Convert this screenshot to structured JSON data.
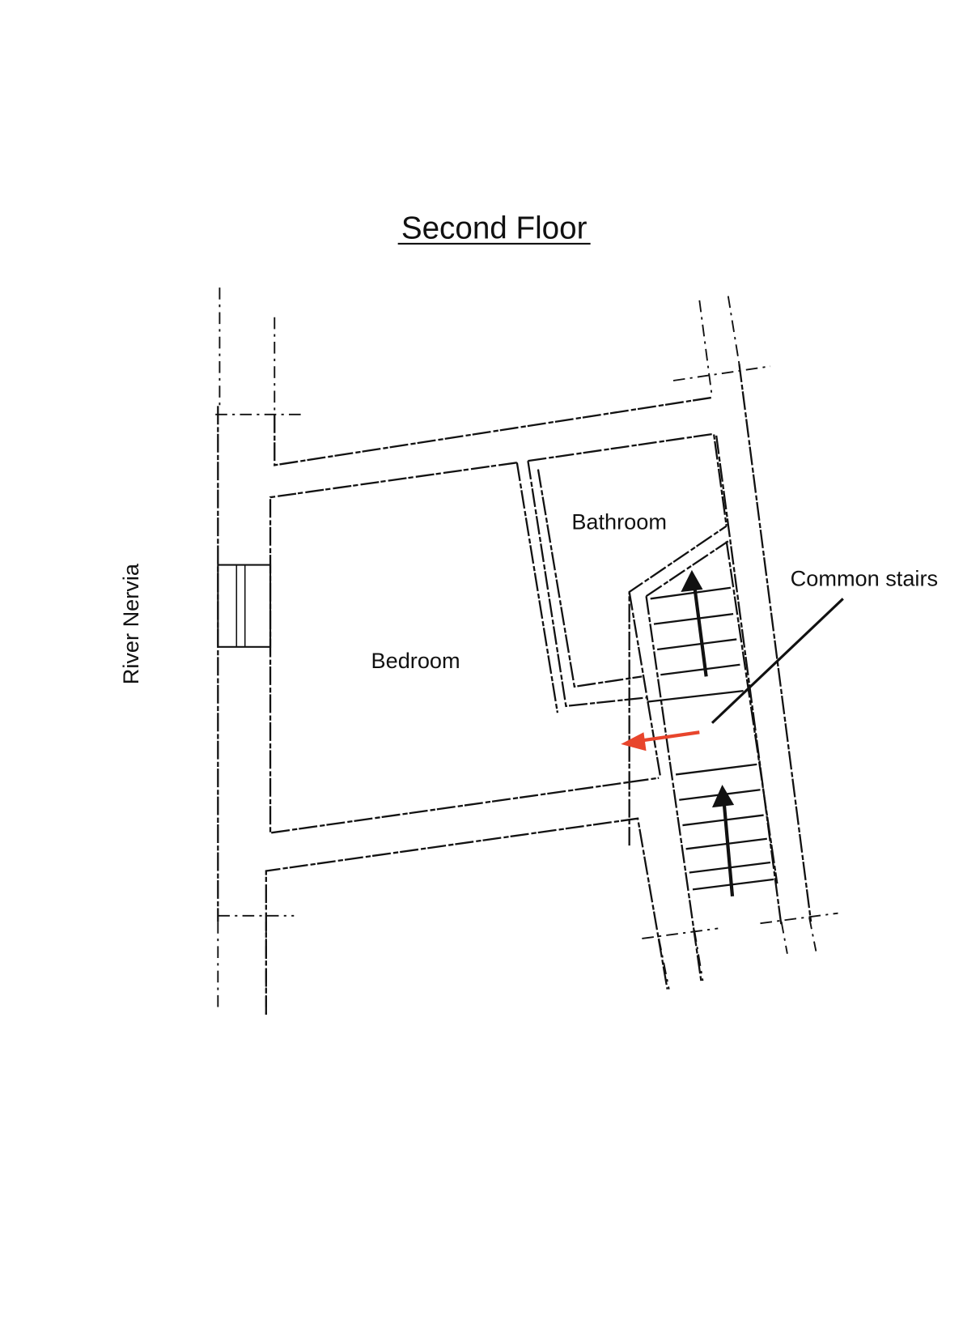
{
  "title": "Second Floor",
  "labels": {
    "bathroom": "Bathroom",
    "bedroom": "Bedroom",
    "stairs": "Common stairs",
    "river": "River Nervia"
  },
  "colors": {
    "exit_arrow": "#e8452c",
    "lines": "#111111"
  }
}
